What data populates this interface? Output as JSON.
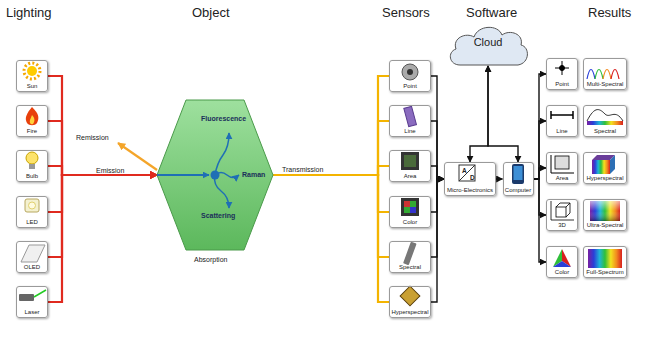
{
  "diagram": {
    "nodes": [
      {
        "text": [
          "Sun"
        ]
      },
      {
        "text": [
          "Fire"
        ]
      },
      {
        "text": [
          "Bulb"
        ]
      },
      {
        "text": [
          "LED"
        ]
      },
      {
        "text": [
          "OLED"
        ]
      },
      {
        "text": [
          "Laser"
        ]
      },
      {
        "text": [
          "Fluorescence",
          "Raman",
          "Scattering"
        ]
      },
      {
        "text": [
          "Point"
        ]
      },
      {
        "text": [
          "Line"
        ]
      },
      {
        "text": [
          "Area"
        ]
      },
      {
        "text": [
          "Color"
        ]
      },
      {
        "text": [
          "Spectral"
        ]
      },
      {
        "text": [
          "Hyperspectral"
        ]
      },
      {
        "text": [
          "Cloud"
        ]
      },
      {
        "text": [
          "A",
          "D",
          "Micro-Electronics"
        ]
      },
      {
        "text": [
          "Computer"
        ]
      },
      {
        "text": [
          "Point"
        ]
      },
      {
        "text": [
          "Multi-Spectral"
        ]
      },
      {
        "text": [
          "Line"
        ]
      },
      {
        "text": [
          "Spectral"
        ]
      },
      {
        "text": [
          "Area"
        ]
      },
      {
        "text": [
          "Hyperspectral"
        ]
      },
      {
        "text": [
          "3D"
        ]
      },
      {
        "text": [
          "Ultra-Spectral"
        ]
      },
      {
        "text": [
          "Color"
        ]
      },
      {
        "text": [
          "Full-Spectrum"
        ]
      }
    ],
    "edges": [
      {
        "from": 0,
        "to": 6,
        "arrow": "to"
      },
      {
        "from": 1,
        "to": 6,
        "arrow": "to"
      },
      {
        "from": 2,
        "to": 6,
        "arrow": "to"
      },
      {
        "from": 3,
        "to": 6,
        "arrow": "to"
      },
      {
        "from": 4,
        "to": 6,
        "arrow": "to"
      },
      {
        "from": 5,
        "to": 6,
        "arrow": "to"
      },
      {
        "from": 6,
        "to": 7,
        "arrow": "none"
      },
      {
        "from": 6,
        "to": 8,
        "arrow": "none"
      },
      {
        "from": 6,
        "to": 9,
        "arrow": "none"
      },
      {
        "from": 6,
        "to": 10,
        "arrow": "none"
      },
      {
        "from": 6,
        "to": 11,
        "arrow": "none"
      },
      {
        "from": 6,
        "to": 12,
        "arrow": "none"
      },
      {
        "from": 7,
        "to": 14,
        "arrow": "to"
      },
      {
        "from": 8,
        "to": 14,
        "arrow": "to"
      },
      {
        "from": 9,
        "to": 14,
        "arrow": "to"
      },
      {
        "from": 10,
        "to": 14,
        "arrow": "to"
      },
      {
        "from": 11,
        "to": 14,
        "arrow": "to"
      },
      {
        "from": 12,
        "to": 14,
        "arrow": "to"
      },
      {
        "from": 14,
        "to": 15,
        "arrow": "to"
      },
      {
        "from": 14,
        "to": 13,
        "arrow": "both"
      },
      {
        "from": 15,
        "to": 13,
        "arrow": "both"
      },
      {
        "from": 15,
        "to": 16,
        "arrow": "to"
      },
      {
        "from": 15,
        "to": 18,
        "arrow": "to"
      },
      {
        "from": 15,
        "to": 20,
        "arrow": "to"
      },
      {
        "from": 15,
        "to": 22,
        "arrow": "to"
      },
      {
        "from": 15,
        "to": 24,
        "arrow": "to"
      }
    ],
    "labels": [
      "Lighting",
      "Object",
      "Sensors",
      "Software",
      "Results",
      "Remission",
      "Emission",
      "Transmission",
      "Absorption"
    ]
  }
}
